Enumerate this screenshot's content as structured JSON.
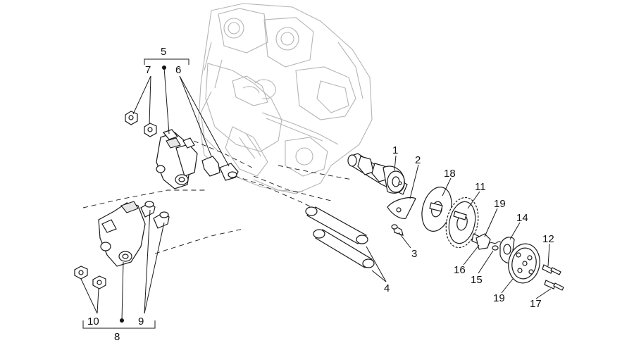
{
  "labels": {
    "l1": "1",
    "l2": "2",
    "l3": "3",
    "l4": "4",
    "l5": "5",
    "l6": "6",
    "l7": "7",
    "l8": "8",
    "l9": "9",
    "l10": "10",
    "l11": "11",
    "l12": "12",
    "l14": "14",
    "l15": "15",
    "l16": "16",
    "l17": "17",
    "l18": "18",
    "l19a": "19",
    "l19b": "19"
  }
}
